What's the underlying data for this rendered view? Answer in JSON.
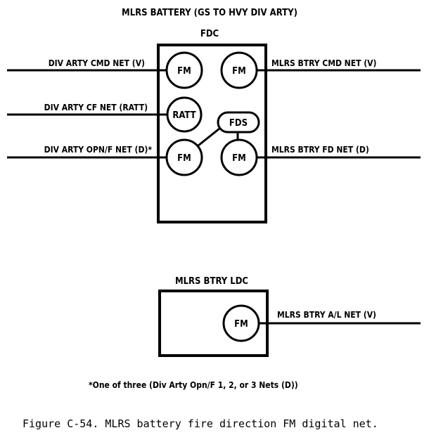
{
  "title": "MLRS BATTERY (GS TO HVY DIV ARTY)",
  "fdc": {
    "label": "FDC",
    "radios": {
      "fm1": "FM",
      "fm2": "FM",
      "ratt": "RATT",
      "fds": "FDS",
      "fm3": "FM",
      "fm4": "FM"
    },
    "nets": {
      "div_arty_cmd": "DIV ARTY CMD NET (V)",
      "div_arty_cf": "DIV ARTY CF NET (RATT)",
      "div_arty_opn": "DIV ARTY OPN/F NET (D)*",
      "mlrs_btry_cmd": "MLRS BTRY CMD NET (V)",
      "mlrs_btry_fd": "MLRS BTRY FD NET (D)"
    }
  },
  "ldc": {
    "label": "MLRS BTRY LDC",
    "radio": "FM",
    "net": "MLRS BTRY A/L NET (V)"
  },
  "footnote": "*One of three (Div Arty Opn/F 1, 2, or 3 Nets (D))",
  "caption": "Figure C-54. MLRS battery fire direction FM digital net."
}
